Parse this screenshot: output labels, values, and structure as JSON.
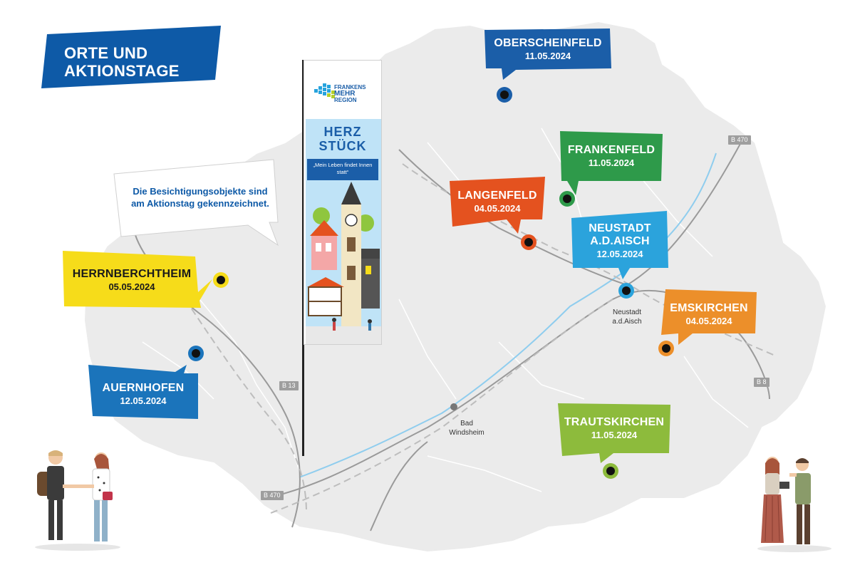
{
  "title": {
    "line1": "ORTE UND",
    "line2": "AKTIONSTAGE",
    "color": "#0e5aa7"
  },
  "info_note": "Die Besichtigungsobjekte sind am Aktionstag gekennzeichnet.",
  "banner": {
    "logo_line1": "FRANKENS",
    "logo_line2": "MEHR",
    "logo_line3": "REGION",
    "headline1": "HERZ",
    "headline2": "STÜCK",
    "slogan": "„Mein Leben findet Innen statt“"
  },
  "locations": [
    {
      "name": "OBERSCHEINFELD",
      "date": "11.05.2024",
      "color": "#1b5ea8"
    },
    {
      "name": "FRANKENFELD",
      "date": "11.05.2024",
      "color": "#2e9a4a"
    },
    {
      "name": "LANGENFELD",
      "date": "04.05.2024",
      "color": "#e4521f"
    },
    {
      "name": "NEUSTADT A.D.AISCH",
      "name_line1": "NEUSTADT",
      "name_line2": "A.D.AISCH",
      "date": "12.05.2024",
      "color": "#2ba3dc"
    },
    {
      "name": "EMSKIRCHEN",
      "date": "04.05.2024",
      "color": "#ec8f2a"
    },
    {
      "name": "HERRNBERCHTHEIM",
      "date": "05.05.2024",
      "color": "#f6dc1a"
    },
    {
      "name": "AUERNHOFEN",
      "date": "12.05.2024",
      "color": "#1b74bb"
    },
    {
      "name": "TRAUTSKIRCHEN",
      "date": "11.05.2024",
      "color": "#8dbb3c"
    }
  ],
  "towns": [
    {
      "name": "Neustadt a.d.Aisch",
      "line1": "Neustadt",
      "line2": "a.d.Aisch"
    },
    {
      "name": "Bad Windsheim",
      "line1": "Bad",
      "line2": "Windsheim"
    }
  ],
  "roads": [
    "B 470",
    "B 13",
    "B 8",
    "B 470"
  ],
  "icons": [
    "map-pin-icon",
    "location-dot-icon"
  ]
}
